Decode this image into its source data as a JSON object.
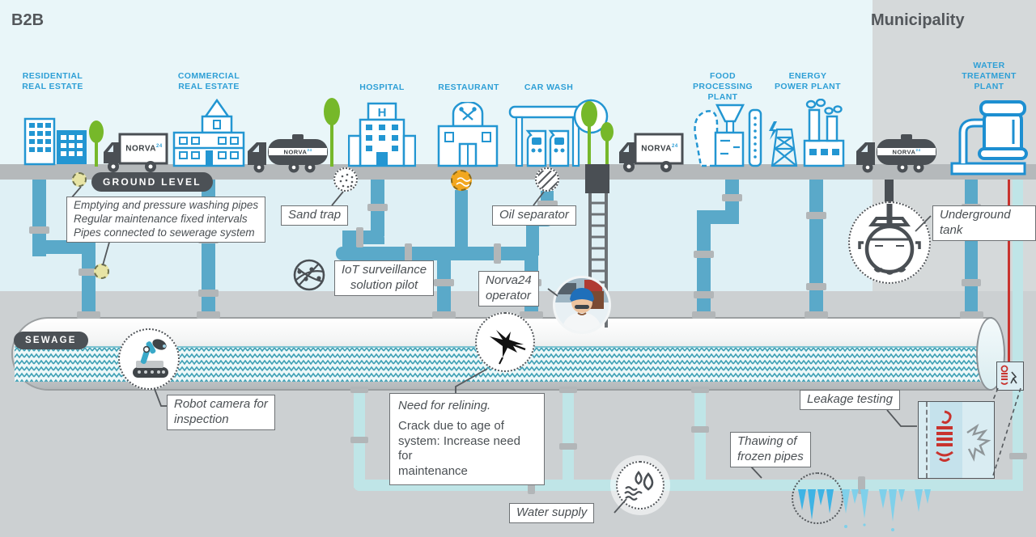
{
  "titles": {
    "b2b": "B2B",
    "municipality": "Municipality"
  },
  "badges": {
    "ground_level": "GROUND LEVEL",
    "sewage": "SEWAGE"
  },
  "brand": {
    "name": "NORVA",
    "sup": "24"
  },
  "building_labels": {
    "residential": "RESIDENTIAL\nREAL ESTATE",
    "commercial": "COMMERCIAL\nREAL ESTATE",
    "hospital": "HOSPITAL",
    "restaurant": "RESTAURANT",
    "car_wash": "CAR WASH",
    "food_processing": "FOOD PROCESSING\nPLANT",
    "energy": "ENERGY\nPOWER PLANT",
    "water_treatment": "WATER\nTREATMENT\nPLANT"
  },
  "misc": {
    "hospital_sign": "H"
  },
  "callouts": {
    "maintenance": "Emptying and pressure washing pipes\nRegular maintenance fixed intervals\nPipes connected to sewerage system",
    "sand_trap": "Sand trap",
    "oil_separator": "Oil separator",
    "iot": "IoT surveillance\nsolution pilot",
    "operator": "Norva24\noperator",
    "underground_tank": "Underground tank",
    "robot": "Robot camera for\ninspection",
    "relining_title": "Need for relining.",
    "relining_body": "Crack due to age of\nsystem: Increase need for\nmaintenance",
    "leakage": "Leakage testing",
    "thawing": "Thawing of\nfrozen pipes",
    "water_supply": "Water supply"
  },
  "colors": {
    "accent_blue": "#2e9fd6",
    "pipe_blue": "#5aa9c9",
    "pale_pipe": "#bfe5e7",
    "alert_red": "#c8332e",
    "tree_green": "#76b82a",
    "dark": "#4c5156",
    "sky": "#e9f6f9",
    "municipality_bg": "#d5d9da",
    "underground_bg": "#ccd0d2"
  }
}
